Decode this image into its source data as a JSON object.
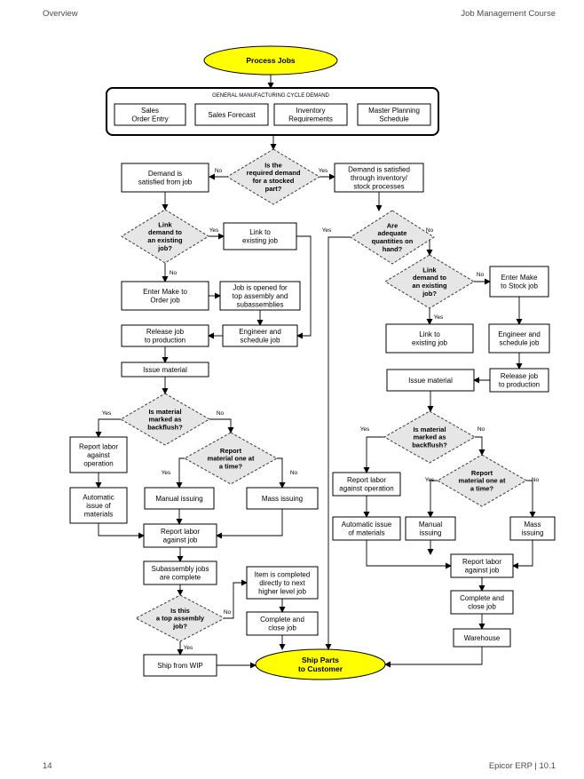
{
  "header": {
    "left": "Overview",
    "right": "Job Management Course"
  },
  "footer": {
    "left": "14",
    "right": "Epicor ERP | 10.1"
  },
  "nodes": [
    {
      "id": "process-jobs",
      "shape": "ellipse",
      "lines": [
        "Process Jobs"
      ]
    },
    {
      "id": "cycle-demand-title",
      "shape": "label",
      "lines": [
        "GENERAL MANUFACTURING CYCLE DEMAND"
      ]
    },
    {
      "id": "sales-order-entry",
      "shape": "box",
      "lines": [
        "Sales",
        "Order Entry"
      ]
    },
    {
      "id": "sales-forecast",
      "shape": "box",
      "lines": [
        "Sales Forecast"
      ]
    },
    {
      "id": "inventory-requirements",
      "shape": "box",
      "lines": [
        "Inventory",
        "Requirements"
      ]
    },
    {
      "id": "master-planning-schedule",
      "shape": "box",
      "lines": [
        "Master Planning",
        "Schedule"
      ]
    },
    {
      "id": "q-stocked-part",
      "shape": "diamond",
      "lines": [
        "Is the",
        "required demand",
        "for a stocked",
        "part?"
      ]
    },
    {
      "id": "demand-satisfied-job",
      "shape": "box",
      "lines": [
        "Demand is",
        "satisfied from job"
      ]
    },
    {
      "id": "demand-satisfied-inventory",
      "shape": "box",
      "lines": [
        "Demand is satisfied",
        "through inventory/",
        "stock processes"
      ]
    },
    {
      "id": "q-link-existing-left",
      "shape": "diamond",
      "lines": [
        "Link",
        "demand to",
        "an existing",
        "job?"
      ]
    },
    {
      "id": "link-existing-job-left",
      "shape": "box",
      "lines": [
        "Link to",
        "existing job"
      ]
    },
    {
      "id": "enter-make-to-order",
      "shape": "box",
      "lines": [
        "Enter Make to",
        "Order job"
      ]
    },
    {
      "id": "job-opened",
      "shape": "box",
      "lines": [
        "Job is opened for",
        "top assembly and",
        "subassemblies"
      ]
    },
    {
      "id": "release-job-left",
      "shape": "box",
      "lines": [
        "Release job",
        "to production"
      ]
    },
    {
      "id": "engineer-schedule-left",
      "shape": "box",
      "lines": [
        "Engineer and",
        "schedule job"
      ]
    },
    {
      "id": "issue-material-left",
      "shape": "box",
      "lines": [
        "Issue material"
      ]
    },
    {
      "id": "q-backflush-left",
      "shape": "diamond",
      "lines": [
        "Is material",
        "marked as",
        "backflush?"
      ]
    },
    {
      "id": "report-labor-operation-left",
      "shape": "box",
      "lines": [
        "Report labor",
        "against",
        "operation"
      ]
    },
    {
      "id": "q-one-at-time-left",
      "shape": "diamond",
      "lines": [
        "Report",
        "material one at",
        "a time?"
      ]
    },
    {
      "id": "automatic-issue-left",
      "shape": "box",
      "lines": [
        "Automatic",
        "issue of",
        "materials"
      ]
    },
    {
      "id": "manual-issuing-left",
      "shape": "box",
      "lines": [
        "Manual issuing"
      ]
    },
    {
      "id": "mass-issuing-left",
      "shape": "box",
      "lines": [
        "Mass issuing"
      ]
    },
    {
      "id": "report-labor-job-left",
      "shape": "box",
      "lines": [
        "Report labor",
        "against job"
      ]
    },
    {
      "id": "subassembly-complete",
      "shape": "box",
      "lines": [
        "Subassembly jobs",
        "are complete"
      ]
    },
    {
      "id": "item-completed",
      "shape": "box",
      "lines": [
        "Item is completed",
        "directly to next",
        "higher level job"
      ]
    },
    {
      "id": "q-top-assembly",
      "shape": "diamond",
      "lines": [
        "Is this",
        "a top assembly",
        "job?"
      ]
    },
    {
      "id": "complete-close-left",
      "shape": "box",
      "lines": [
        "Complete and",
        "close job"
      ]
    },
    {
      "id": "ship-from-wip",
      "shape": "box",
      "lines": [
        "Ship from WIP"
      ]
    },
    {
      "id": "ship-parts",
      "shape": "ellipse",
      "lines": [
        "Ship Parts",
        "to Customer"
      ]
    },
    {
      "id": "q-adequate-quantities",
      "shape": "diamond",
      "lines": [
        "Are",
        "adequate",
        "quantities on",
        "hand?"
      ]
    },
    {
      "id": "q-link-existing-right",
      "shape": "diamond",
      "lines": [
        "Link",
        "demand to",
        "an existing",
        "job?"
      ]
    },
    {
      "id": "enter-make-to-stock",
      "shape": "box",
      "lines": [
        "Enter Make",
        "to Stock job"
      ]
    },
    {
      "id": "link-existing-job-right",
      "shape": "box",
      "lines": [
        "Link to",
        "existing job"
      ]
    },
    {
      "id": "engineer-schedule-right",
      "shape": "box",
      "lines": [
        "Engineer and",
        "schedule job"
      ]
    },
    {
      "id": "issue-material-right",
      "shape": "box",
      "lines": [
        "Issue material"
      ]
    },
    {
      "id": "release-job-right",
      "shape": "box",
      "lines": [
        "Release job",
        "to production"
      ]
    },
    {
      "id": "q-backflush-right",
      "shape": "diamond",
      "lines": [
        "Is material",
        "marked as",
        "backflush?"
      ]
    },
    {
      "id": "report-labor-operation-right",
      "shape": "box",
      "lines": [
        "Report labor",
        "against operation"
      ]
    },
    {
      "id": "q-one-at-time-right",
      "shape": "diamond",
      "lines": [
        "Report",
        "material one at",
        "a time?"
      ]
    },
    {
      "id": "automatic-issue-right",
      "shape": "box",
      "lines": [
        "Automatic issue",
        "of materials"
      ]
    },
    {
      "id": "manual-issuing-right",
      "shape": "box",
      "lines": [
        "Manual",
        "issuing"
      ]
    },
    {
      "id": "mass-issuing-right",
      "shape": "box",
      "lines": [
        "Mass",
        "issuing"
      ]
    },
    {
      "id": "report-labor-job-right",
      "shape": "box",
      "lines": [
        "Report labor",
        "against job"
      ]
    },
    {
      "id": "complete-close-right",
      "shape": "box",
      "lines": [
        "Complete and",
        "close job"
      ]
    },
    {
      "id": "warehouse",
      "shape": "box",
      "lines": [
        "Warehouse"
      ]
    }
  ],
  "edge_labels": [
    {
      "id": "stocked-no",
      "text": "No"
    },
    {
      "id": "stocked-yes",
      "text": "Yes"
    },
    {
      "id": "link-left-yes",
      "text": "Yes"
    },
    {
      "id": "link-left-no",
      "text": "No"
    },
    {
      "id": "backflush-left-yes",
      "text": "Yes"
    },
    {
      "id": "backflush-left-no",
      "text": "No"
    },
    {
      "id": "onetime-left-yes",
      "text": "Yes"
    },
    {
      "id": "onetime-left-no",
      "text": "No"
    },
    {
      "id": "top-assembly-no",
      "text": "No"
    },
    {
      "id": "top-assembly-yes",
      "text": "Yes"
    },
    {
      "id": "adequate-yes",
      "text": "Yes"
    },
    {
      "id": "adequate-no",
      "text": "No"
    },
    {
      "id": "link-right-no",
      "text": "No"
    },
    {
      "id": "link-right-yes",
      "text": "Yes"
    },
    {
      "id": "backflush-right-yes",
      "text": "Yes"
    },
    {
      "id": "backflush-right-no",
      "text": "No"
    },
    {
      "id": "onetime-right-yes",
      "text": "Yes"
    },
    {
      "id": "onetime-right-no",
      "text": "No"
    }
  ]
}
